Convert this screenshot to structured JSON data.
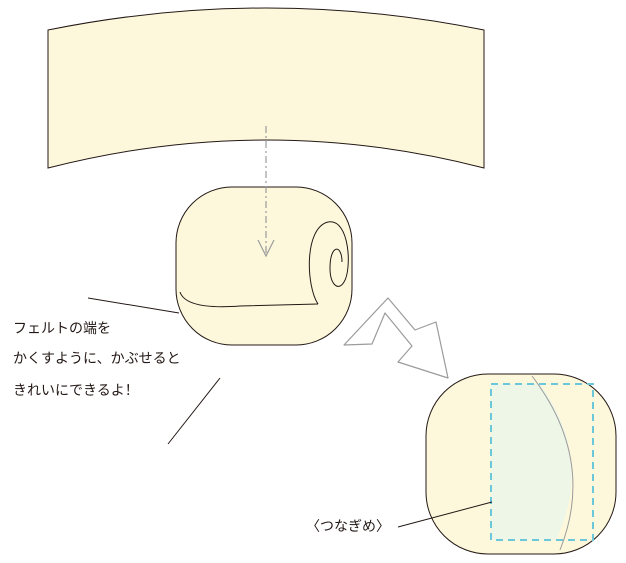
{
  "colors": {
    "felt_fill": "#fdf8dc",
    "outline": "#231815",
    "seam_fill": "#eef6e8",
    "seam_dash": "#6cc7db",
    "guide_arrow": "#9b9b9b"
  },
  "note": {
    "lines": [
      "フェルトの端を",
      "かくすように、かぶせると",
      "きれいにできるよ！"
    ]
  },
  "seam_label": "〈つなぎめ〉"
}
